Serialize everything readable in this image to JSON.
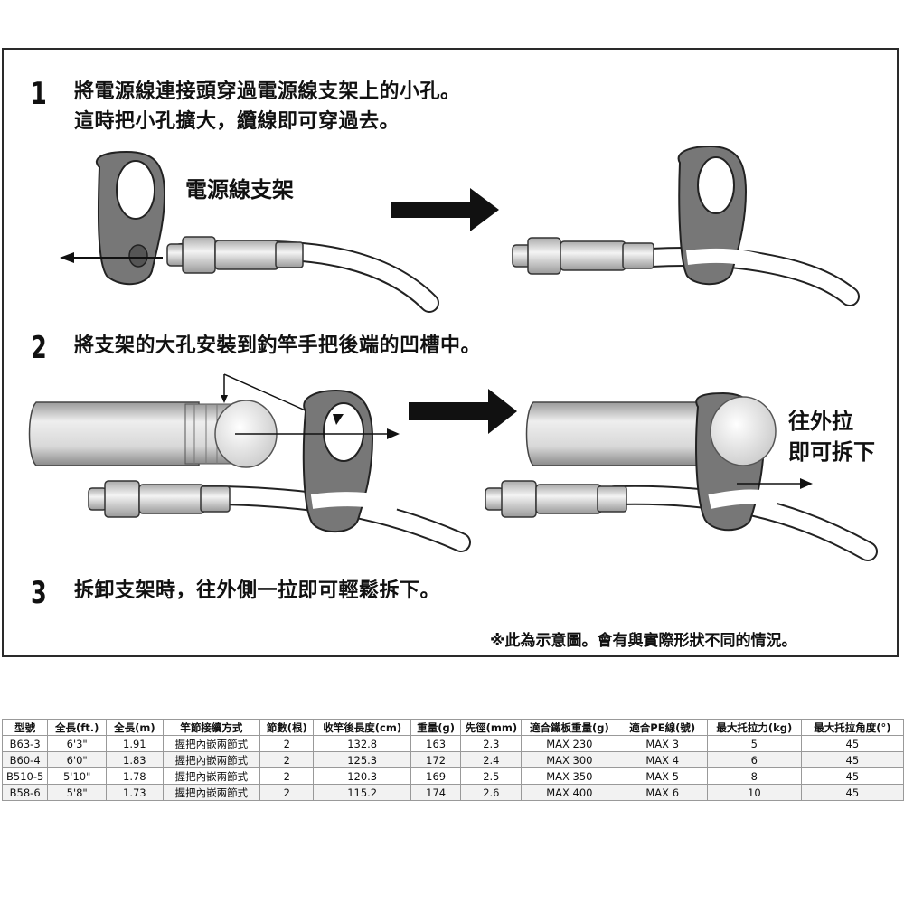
{
  "steps": [
    {
      "number": "1",
      "lines": [
        "將電源線連接頭穿過電源線支架上的小孔。",
        "這時把小孔擴大，纜線即可穿過去。"
      ]
    },
    {
      "number": "2",
      "lines": [
        "將支架的大孔安裝到釣竿手把後端的凹槽中。"
      ]
    },
    {
      "number": "3",
      "lines": [
        "拆卸支架時，往外側一拉即可輕鬆拆下。"
      ]
    }
  ],
  "labels": {
    "bracket": "電源線支架",
    "pull_out_line1": "往外拉",
    "pull_out_line2": "即可拆下"
  },
  "note": "※此為示意圖。會有與實際形狀不同的情況。",
  "spec_table": {
    "headers": [
      "型號",
      "全長(ft.)",
      "全長(m)",
      "竿節接續方式",
      "節數(根)",
      "收竿後長度(cm)",
      "重量(g)",
      "先徑(mm)",
      "適合鐵板重量(g)",
      "適合PE線(號)",
      "最大托拉力(kg)",
      "最大托拉角度(°)"
    ],
    "rows": [
      [
        "B63-3",
        "6'3\"",
        "1.91",
        "握把內嵌兩節式",
        "2",
        "132.8",
        "163",
        "2.3",
        "MAX 230",
        "MAX 3",
        "5",
        "45"
      ],
      [
        "B60-4",
        "6'0\"",
        "1.83",
        "握把內嵌兩節式",
        "2",
        "125.3",
        "172",
        "2.4",
        "MAX 300",
        "MAX 4",
        "6",
        "45"
      ],
      [
        "B510-5",
        "5'10\"",
        "1.78",
        "握把內嵌兩節式",
        "2",
        "120.3",
        "169",
        "2.5",
        "MAX 350",
        "MAX 5",
        "8",
        "45"
      ],
      [
        "B58-6",
        "5'8\"",
        "1.73",
        "握把內嵌兩節式",
        "2",
        "115.2",
        "174",
        "2.6",
        "MAX 400",
        "MAX 6",
        "10",
        "45"
      ]
    ]
  }
}
